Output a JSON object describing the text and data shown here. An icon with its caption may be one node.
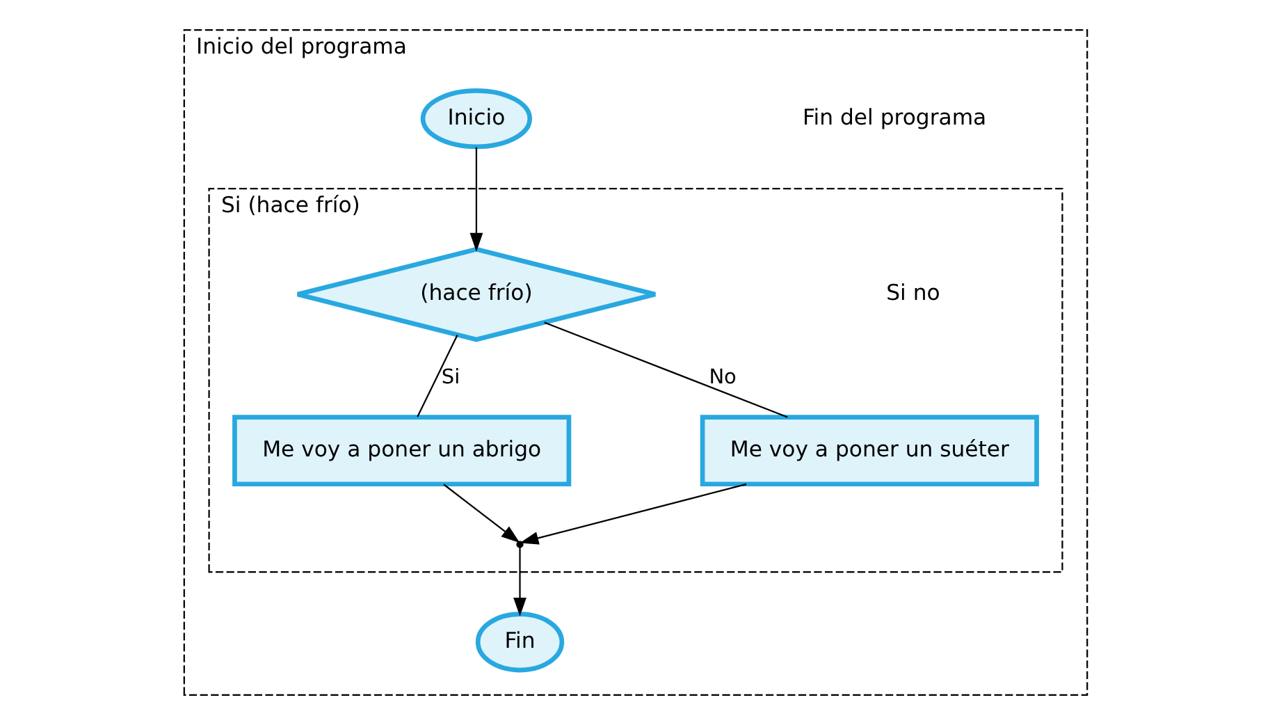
{
  "diagram": {
    "nodes": [
      {
        "text": [
          "Inicio del programa",
          "Fin del programa"
        ]
      },
      {
        "text": [
          "Inicio"
        ],
        "in": 0
      },
      {
        "text": [
          "Si (hace frío)",
          "Si no"
        ],
        "in": 0
      },
      {
        "text": [
          "(hace frío)"
        ],
        "in": 2
      },
      {
        "text": [
          "Me voy a poner un abrigo"
        ],
        "in": 2
      },
      {
        "text": [
          "Me voy a poner un suéter"
        ],
        "in": 2
      },
      {
        "text": [],
        "shape": "point",
        "in": 2
      },
      {
        "text": [
          "Fin"
        ],
        "in": 0
      }
    ],
    "edges": [
      {
        "from": 1,
        "to": 3,
        "arrow": "to"
      },
      {
        "from": 3,
        "to": 4,
        "label": "Si",
        "arrow": "none"
      },
      {
        "from": 3,
        "to": 5,
        "label": "No",
        "arrow": "none"
      },
      {
        "from": 4,
        "to": 6,
        "arrow": "to"
      },
      {
        "from": 5,
        "to": 6,
        "arrow": "to"
      },
      {
        "from": 6,
        "to": 7,
        "arrow": "to"
      }
    ]
  }
}
